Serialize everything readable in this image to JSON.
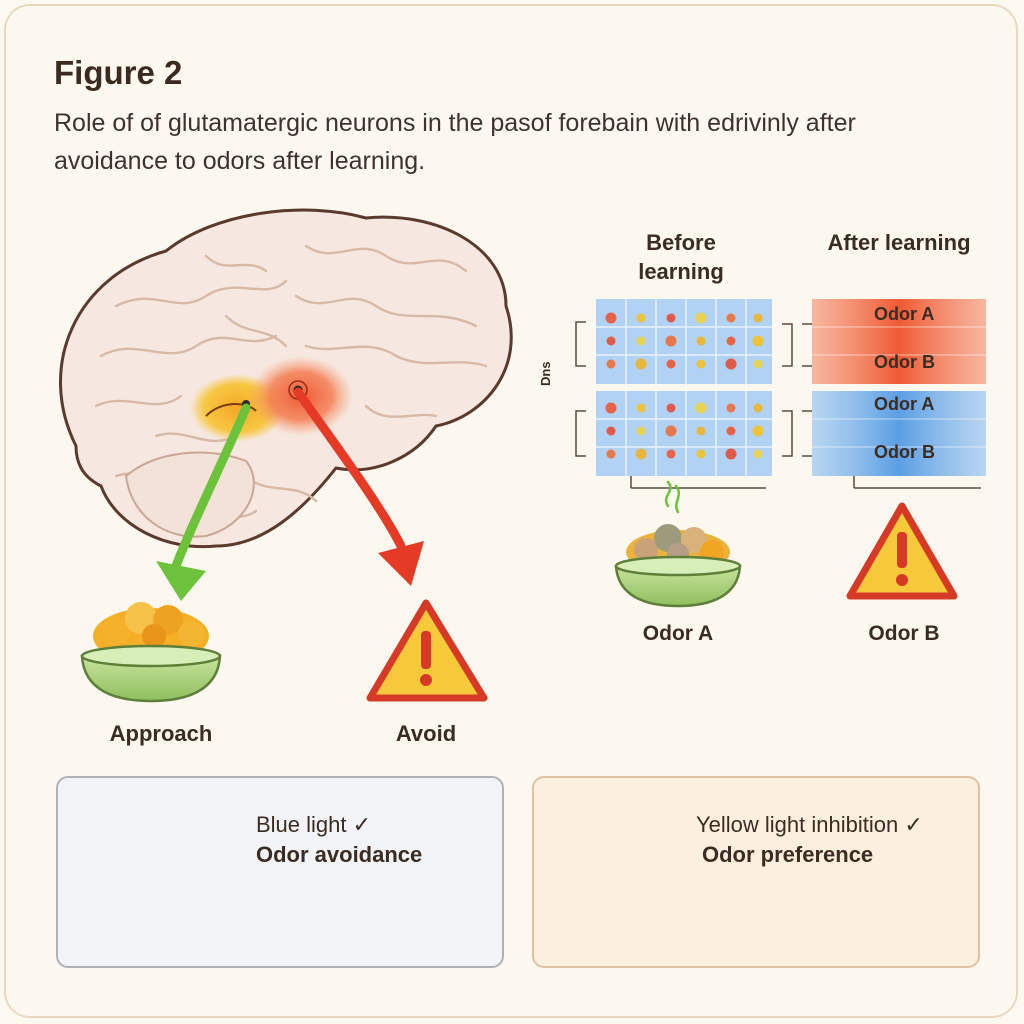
{
  "header": {
    "title": "Figure 2",
    "caption": "Role of of glutamatergic neurons in the pasof forebain with edrivinly after avoidance to odors after learning."
  },
  "brain": {
    "approach_label": "Approach",
    "avoid_label": "Avoid"
  },
  "heatmap": {
    "before_title": "Before learning",
    "after_title": "After learning",
    "side_label": "Dns",
    "rows": [
      {
        "label": "Odor A"
      },
      {
        "label": "Odor B"
      },
      {
        "label": "Odor A"
      },
      {
        "label": "Odor B"
      }
    ],
    "odor_a_label": "Odor A",
    "odor_b_label": "Odor B"
  },
  "panels": {
    "blue": {
      "line1": "Blue light ✓",
      "line2": "Odor avoidance"
    },
    "yellow": {
      "line1": "Yellow light inhibition ✓",
      "line2": "Odor preference"
    }
  },
  "colors": {
    "approach_arrow": "#6cc23a",
    "avoid_arrow": "#e53b26",
    "warning": "#f6c93b",
    "warning_border": "#d63a26",
    "blue_light": "#3b9ee0",
    "yellow_light": "#f2c21d"
  }
}
